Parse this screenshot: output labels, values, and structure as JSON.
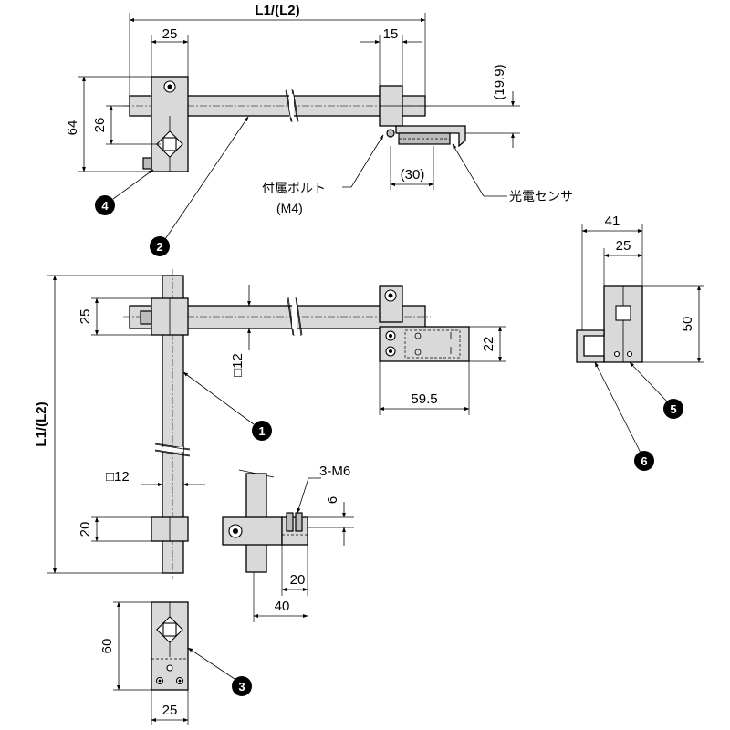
{
  "dimensions": {
    "top_length": "L1/(L2)",
    "top_clamp_width": "25",
    "top_bracket_width": "15",
    "top_height": "64",
    "top_offset": "26",
    "top_sensor_offset": "(19.9)",
    "top_sensor_length": "(30)",
    "left_length": "L1/(L2)",
    "left_clamp_top": "25",
    "bar_section_upper": "□12",
    "sensor_height": "22",
    "sensor_length": "59.5",
    "bar_section_lower": "□12",
    "lower_clamp": "20",
    "screws": "3-M6",
    "screw_pitch": "6",
    "slot_width": "20",
    "block_width": "40",
    "bracket_width": "41",
    "bracket_inner": "25",
    "bracket_height": "50",
    "base_height": "60",
    "base_width": "25"
  },
  "labels": {
    "bolt": "付属ボルト",
    "bolt_size": "(M4)",
    "sensor": "光電センサ"
  },
  "balloons": [
    "1",
    "2",
    "3",
    "4",
    "5",
    "6"
  ]
}
